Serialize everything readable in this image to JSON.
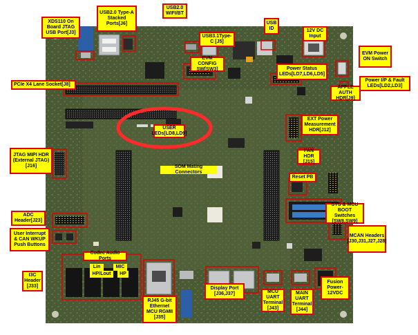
{
  "labels": {
    "xds110": "XDS110 On Board JTAG USB Port[J3]",
    "usb2_typea": "USB2.0 Type-A Stacked Ports[J6]",
    "usb2_wifi": "USB2.0 WIFI/BT",
    "usb31_typec": "USB3.1Type-C [J5]",
    "usb_id": "USB ID",
    "dc_input": "12V DC Input",
    "evm_power_on": "EVM Power ON Switch",
    "pcie_socket": "PCIe X4 Lane Socket[J8]",
    "evm_config": "EVM CONFIG SW[SW3]",
    "power_status": "Power Status LEDs[LD7,LD6,LD5]",
    "power_fault": "Power I/P & Fault LEDs[LD2,LD3]",
    "apple_auth": "APPLE AUTH HDR[J9]",
    "user_leds": "USER LEDs[LD8,LD9]",
    "ext_power": "EXT Power Measurement HDR[J12]",
    "jtag_mipi": "JTAG MIPI HDR (External JTAG) [J16]",
    "fan_hdr": "FAN HDR [J15]",
    "som_mating": "SOM Mating Connectors",
    "reset_pb": "Reset PB",
    "adc_header": "ADC Header[J23]",
    "sys_mcu_boot": "SYS & MCU BOOT Switches [SW8,SW9]",
    "user_interrupt": "User Interrupt & CAN WKUP Push Buttons",
    "mcan_headers": "MCAN Headers [J30,J31,J27,J28]",
    "codec_audio": "Codec Audio Ports",
    "lin": "Lin",
    "mic": "MIC",
    "hp_lout": "HP/Lout",
    "hp": "HP",
    "i3c_header": "I3C Header [J33]",
    "rj45": "RJ45 G-bit Ethernet MCU RGMII [J35]",
    "display_port": "Display Port [J36,J37]",
    "mcu_uart": "MCU UART Terminal [J43]",
    "main_uart": "MAIN UART Terminal [J44]",
    "fusion_power": "Fusion Power- 12VDC"
  }
}
